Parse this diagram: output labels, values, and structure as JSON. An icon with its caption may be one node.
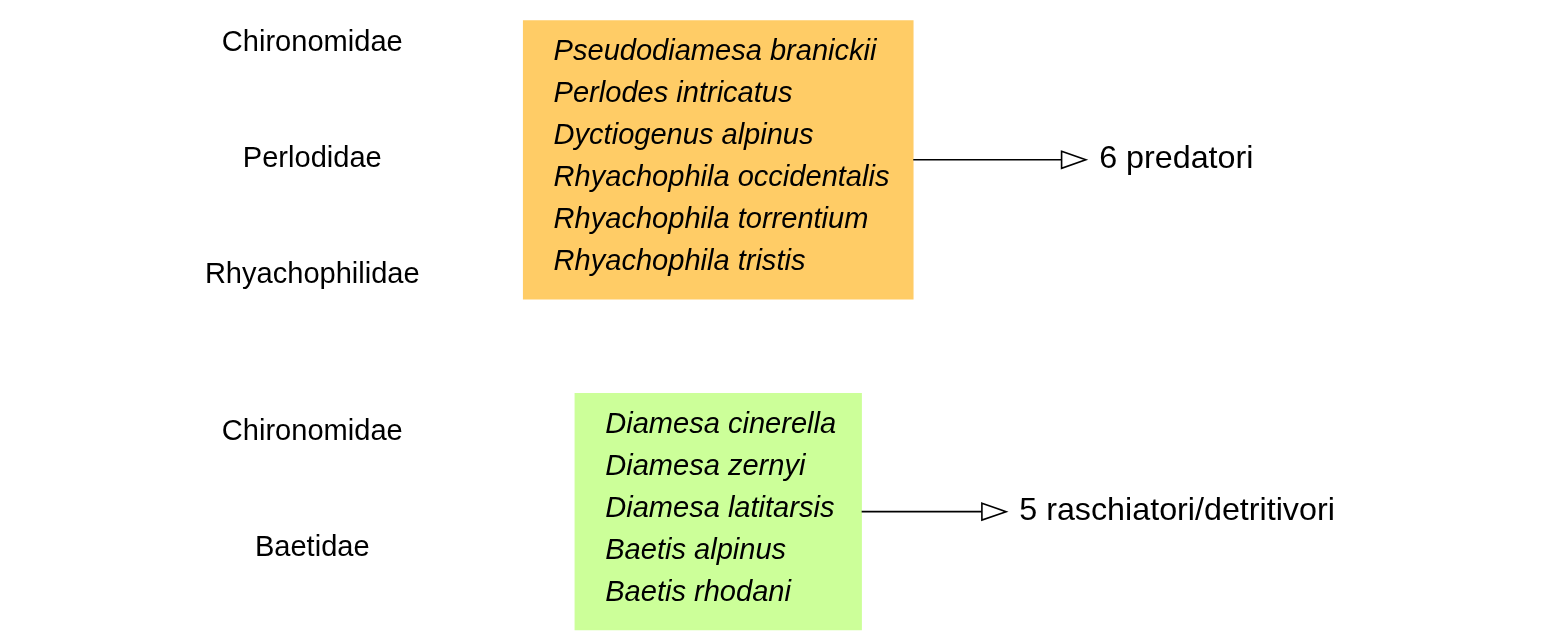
{
  "diagram": {
    "nodes": [
      {
        "text": [
          "Diamesa cinerella",
          "Diamesa zernyi",
          "Diamesa latitarsis",
          "Baetis alpinus",
          "Baetis rhodani"
        ]
      },
      {
        "text": [
          "5 raschiatori/detritivori"
        ]
      },
      {
        "text": [
          "Pseudodiamesa branickii",
          "Perlodes intricatus",
          "Dyctiogenus alpinus",
          "Rhyachophila occidentalis",
          "Rhyachophila torrentium",
          "Rhyachophila tristis"
        ]
      },
      {
        "text": [
          "6 predatori"
        ]
      }
    ],
    "edges": [
      {
        "from": 0,
        "to": 1,
        "arrow": "to"
      },
      {
        "from": 2,
        "to": 3,
        "arrow": "to"
      }
    ],
    "labels": [
      "Chironomidae",
      "Baetidae",
      "Chironomidae",
      "Perlodidae",
      "Rhyachophilidae"
    ]
  }
}
